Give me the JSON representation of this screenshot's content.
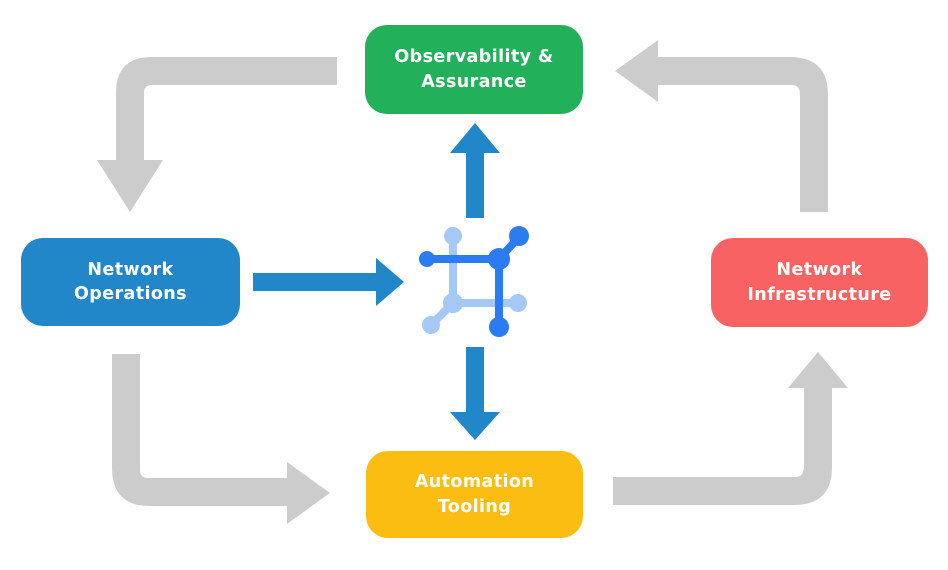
{
  "diagram": {
    "type": "cycle-flow",
    "nodes": [
      {
        "id": "observability",
        "label": "Observability &\nAssurance",
        "color": "#23b05a",
        "position": "top"
      },
      {
        "id": "operations",
        "label": "Network\nOperations",
        "color": "#2187c8",
        "position": "left"
      },
      {
        "id": "infrastructure",
        "label": "Network\nInfrastructure",
        "color": "#f86262",
        "position": "right"
      },
      {
        "id": "tooling",
        "label": "Automation\nTooling",
        "color": "#fcbd13",
        "position": "bottom"
      }
    ],
    "center_icon": "network-automation-icon",
    "flows": [
      {
        "from": "observability",
        "to": "operations",
        "style": "gray-elbow",
        "direction": "down"
      },
      {
        "from": "operations",
        "to": "tooling",
        "style": "gray-elbow",
        "direction": "right"
      },
      {
        "from": "tooling",
        "to": "infrastructure",
        "style": "gray-elbow",
        "direction": "up"
      },
      {
        "from": "infrastructure",
        "to": "observability",
        "style": "gray-elbow",
        "direction": "left"
      },
      {
        "from": "operations",
        "to": "center-icon",
        "style": "blue-straight",
        "direction": "right"
      },
      {
        "from": "center-icon",
        "to": "observability",
        "style": "blue-straight",
        "direction": "up"
      },
      {
        "from": "center-icon",
        "to": "tooling",
        "style": "blue-straight",
        "direction": "down"
      }
    ]
  },
  "colors": {
    "background": "#ffffff",
    "green": "#23b05a",
    "blue": "#2187c8",
    "red": "#f86262",
    "yellow": "#fcbd13",
    "arrow-gray": "#cccccc",
    "arrow-blue": "#2187c8",
    "icon-blue-dark": "#2b7bf3",
    "icon-blue-light": "#a6c8f7",
    "text": "#ffffff"
  }
}
